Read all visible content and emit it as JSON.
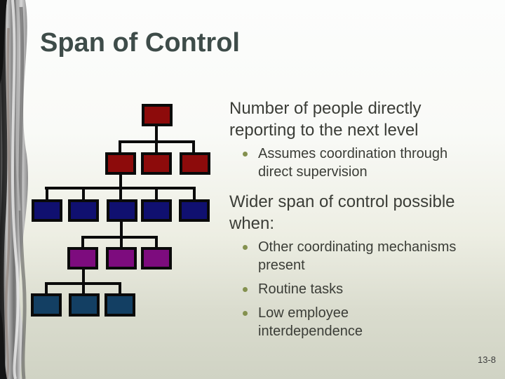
{
  "slide": {
    "title": "Span of Control",
    "page_number": "13-8"
  },
  "body": {
    "heading1": "Number of people directly\nreporting to the next level",
    "bullets1": [
      "Assumes coordination through\ndirect supervision"
    ],
    "heading2": "Wider span of control possible\nwhen:",
    "bullets2": [
      "Other coordinating mechanisms\npresent",
      "Routine tasks",
      "Low employee\ninterdependence"
    ]
  },
  "org_chart": {
    "type": "hierarchy-diagram",
    "line_color": "#0a0a0a",
    "levels": [
      {
        "name": "level-1",
        "box_count": 1,
        "color": "#8d0b0b"
      },
      {
        "name": "level-2",
        "box_count": 3,
        "color": "#8d0b0b"
      },
      {
        "name": "level-3",
        "box_count": 5,
        "color": "#101070"
      },
      {
        "name": "level-4",
        "box_count": 3,
        "color": "#7d0c7e"
      },
      {
        "name": "level-5",
        "box_count": 3,
        "color": "#133f63"
      }
    ]
  },
  "colors": {
    "title_text": "#3e4c49",
    "body_text": "#3b3d37",
    "bullet_dot": "#84914f",
    "background_top": "#fcfdfc",
    "background_bottom": "#d0d3c4",
    "page_number_text": "#3f3f3f"
  }
}
